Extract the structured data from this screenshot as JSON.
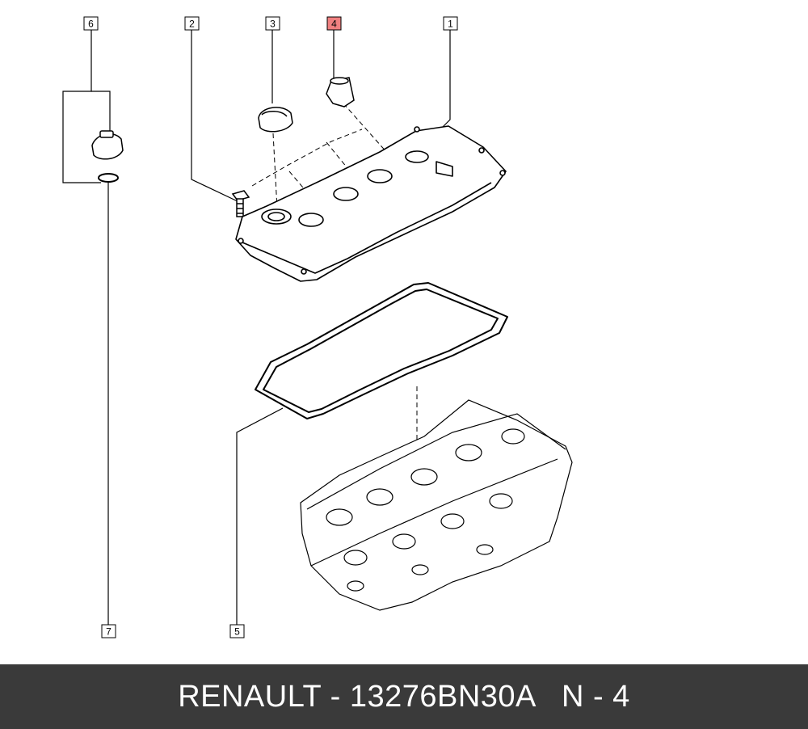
{
  "diagram": {
    "callouts": [
      {
        "label": "1",
        "highlighted": false
      },
      {
        "label": "2",
        "highlighted": false
      },
      {
        "label": "3",
        "highlighted": false
      },
      {
        "label": "4",
        "highlighted": true
      },
      {
        "label": "5",
        "highlighted": false
      },
      {
        "label": "6",
        "highlighted": false
      },
      {
        "label": "7",
        "highlighted": false
      }
    ],
    "highlight_color": "#f08080",
    "line_color": "#000000"
  },
  "footer": {
    "text": "RENAULT - 13276BN30A   N - 4",
    "background": "#3a3a3a",
    "text_color": "#ffffff"
  }
}
